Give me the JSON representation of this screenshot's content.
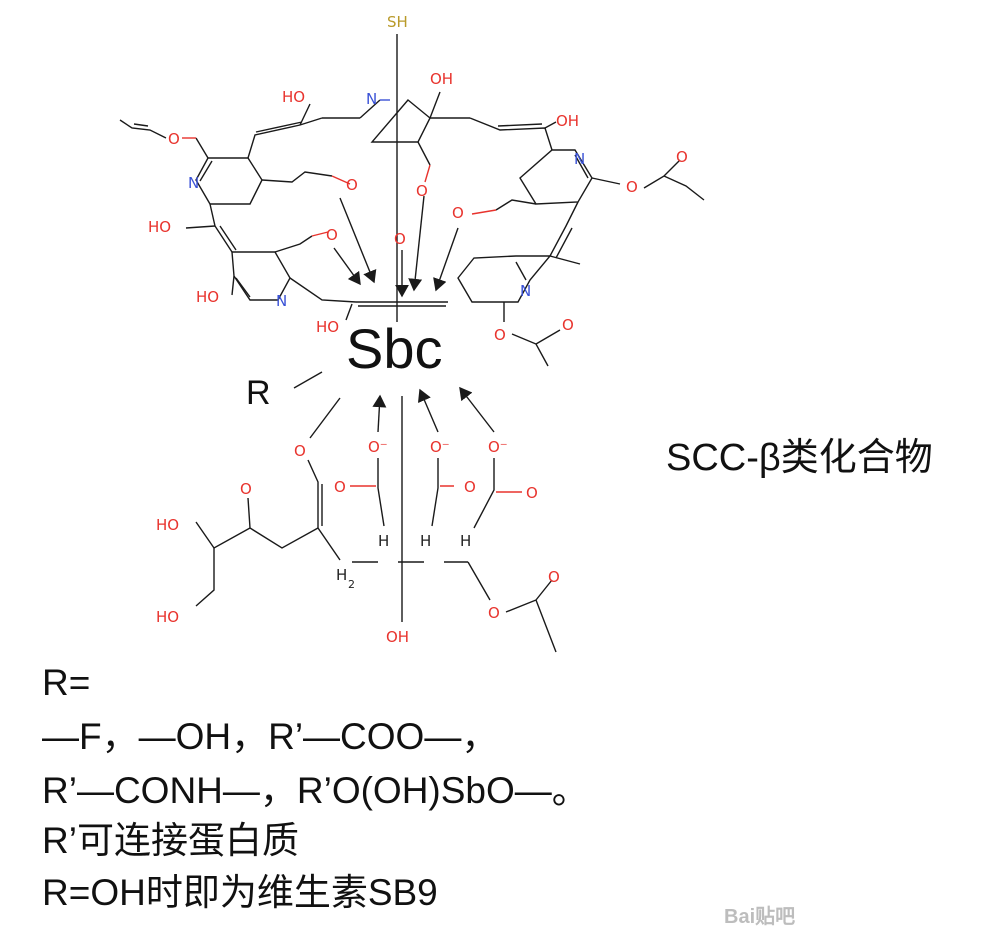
{
  "atoms": {
    "sulfur": "SH",
    "nitrogen": "N",
    "hydroxyl": "HO",
    "hydroxyl_r": "OH",
    "oxygen": "O",
    "oxide_anion": "O⁻",
    "hydrogen": "H",
    "ch2": "H",
    "ch2_sub": "2"
  },
  "center_label": "Sbc",
  "r_label": "R",
  "compound_title": "SCC-β类化合物",
  "definitions": [
    "R=",
    "—F，—OH，R’—COO—，",
    "R’—CONH—，R’O(OH)SbO—。",
    "R’可连接蛋白质",
    "R=OH时即为维生素SB9"
  ],
  "watermark": "Bai贴吧",
  "colors": {
    "oxygen": "#e8332d",
    "nitrogen": "#3a52d6",
    "sulfur": "#b99a2a",
    "bond": "#1a1a1a"
  }
}
